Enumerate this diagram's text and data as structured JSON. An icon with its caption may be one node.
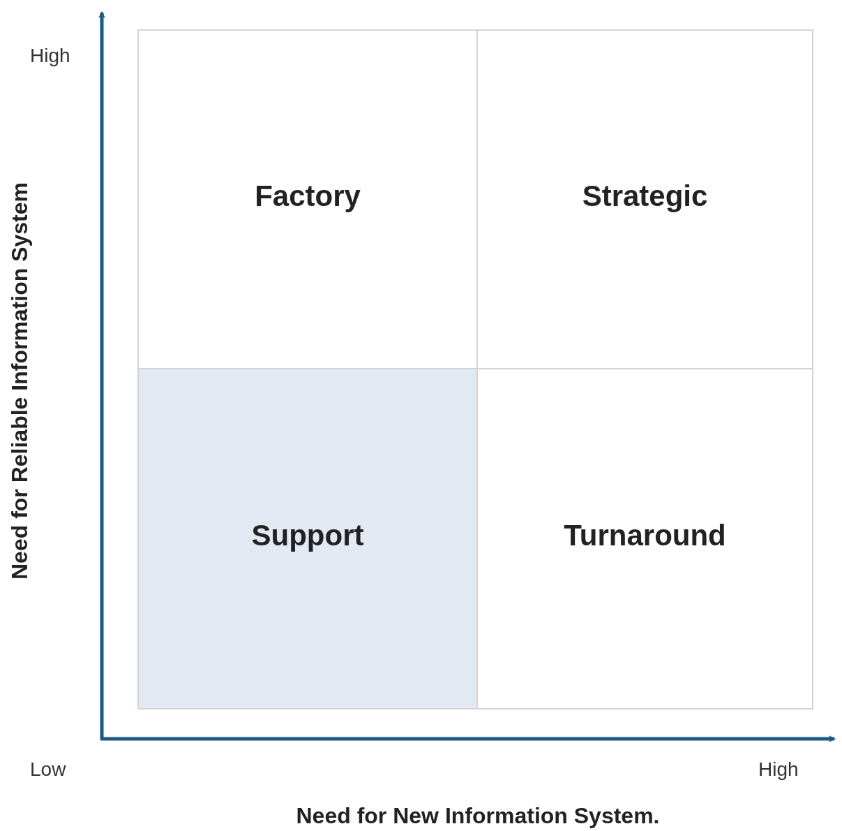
{
  "diagram": {
    "nodes": [
      {
        "text": [
          "Factory"
        ]
      },
      {
        "text": [
          "Strategic"
        ]
      },
      {
        "text": [
          "Support"
        ]
      },
      {
        "text": [
          "Turnaround"
        ]
      }
    ],
    "labels": [
      "High",
      "Need for Reliable Information System",
      "Low",
      "High",
      "Need for New Information System."
    ]
  }
}
